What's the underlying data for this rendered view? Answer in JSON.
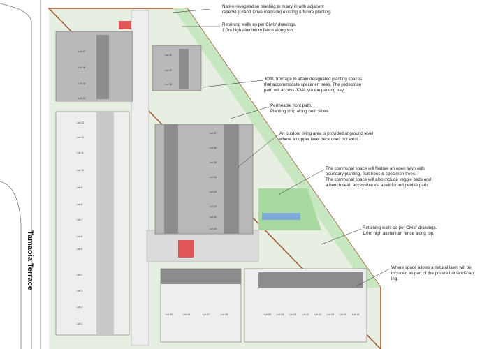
{
  "street_name": "Tamaoia Terrace",
  "notes": {
    "revegetation": [
      "Native revegetation planting to marry in with adjacent",
      "reserve (Grand Drive roadside) existing & future planting."
    ],
    "retaining_top": [
      "Retaining walls as per Civils' drawings.",
      "1.0m high aluminium fence along top."
    ],
    "joal": [
      "JOAL frontage to attain designated planting spaces",
      "that accommodate specimen trees. The pedestrian",
      "path will access JOAL via the parking bay."
    ],
    "permeable": [
      "Permeable front path.",
      "Planting strip along both sides."
    ],
    "outdoor": [
      "An outdoor living area is provided at ground level",
      "where an upper level deck does not exist."
    ],
    "communal": [
      "The communal space will feature an open lawn with",
      "boundary planting, fruit trees & specimen trees.",
      "The communal space will also include veggie beds and",
      "a bench seat; accessible via a reinforced pebble path."
    ],
    "retaining_bottom": [
      "Retaining walls as per Civils' drawings.",
      "1.0m high aluminium fence along top."
    ],
    "natural_lawn": [
      "Where space allows a natural lawn will be",
      "included as part of the private Lot landscap",
      "ing."
    ]
  },
  "lots": {
    "block_a": [
      "Lot 17",
      "Lot 16",
      "Lot 15",
      "Lot 14"
    ],
    "block_b": [
      "Lot 40",
      "Lot 39",
      "Lot 38"
    ],
    "block_c": [
      "Lot 13",
      "Lot 12",
      "Lot 11",
      "Lot 10",
      "Lot 9",
      "Lot 8",
      "Lot 7",
      "Lot 6",
      "Lot 5",
      "Lot 4",
      "Lot 3",
      "Lot 2",
      "Lot 1"
    ],
    "block_d": [
      "Lot 37",
      "Lot 36",
      "Lot 35",
      "Lot 34",
      "Lot 33",
      "Lot 32",
      "Lot 31",
      "Lot 30"
    ],
    "block_e": [
      "Lot 29",
      "Lot 28",
      "Lot 27",
      "Lot 26"
    ],
    "block_f": [
      "Lot 25",
      "Lot 24",
      "Lot 23",
      "Lot 22",
      "Lot 21",
      "Lot 20",
      "Lot 19",
      "Lot 18"
    ]
  },
  "colors": {
    "boundary": "#a0522d",
    "roof": "#8c8c8c",
    "yard": "#b9b9b9",
    "lawn": "#c7e7c1",
    "lawn_dark": "#a8d9a0",
    "paving": "#dcdcdc",
    "road": "#eeeeee",
    "accent_red": "#e05555",
    "accent_blue": "#1f3fd6",
    "accent_purple": "#8a2be2"
  }
}
